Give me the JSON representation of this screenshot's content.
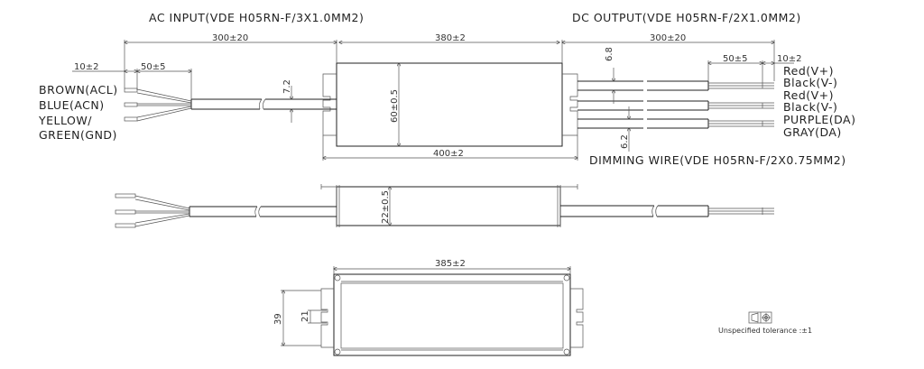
{
  "titles": {
    "ac_input": "AC INPUT(VDE H05RN-F/3X1.0MM2)",
    "dc_output": "DC OUTPUT(VDE H05RN-F/2X1.0MM2)",
    "dimming": "DIMMING WIRE(VDE H05RN-F/2X0.75MM2)"
  },
  "ac_wires": [
    "BROWN(ACL)",
    "BLUE(ACN)",
    "YELLOW/",
    "GREEN(GND)"
  ],
  "dc_wires": [
    "Red(V+)",
    "Black(V-)",
    "Red(V+)",
    "Black(V-)",
    "PURPLE(DA)",
    "GRAY(DA)"
  ],
  "dimensions": {
    "ac_length": "300±20",
    "body_length": "380±2",
    "dc_length": "300±20",
    "ac_strip": "10±2",
    "ac_jacket": "50±5",
    "dc_jacket": "50±5",
    "dc_strip": "10±2",
    "ac_cable_dia": "7.2",
    "body_width": "60±0.5",
    "overall_length": "400±2",
    "dc_cable_dia": "6.8",
    "dim_cable_dia": "6.2",
    "body_height": "22±0.5",
    "bottom_length": "385±2",
    "mount_pitch": "39",
    "slot_pitch": "21"
  },
  "tolerance_note": "Unspecified tolerance :±1"
}
